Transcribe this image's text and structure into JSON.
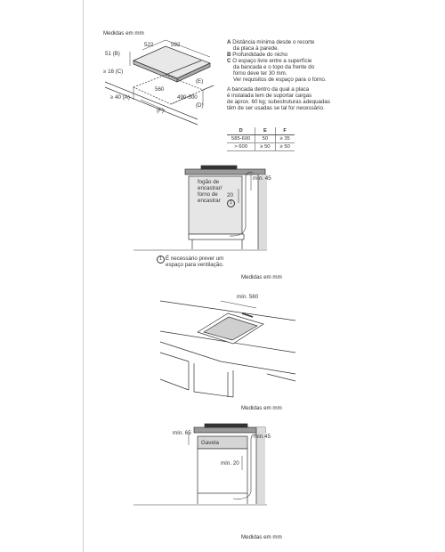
{
  "header": {
    "units_top": "Medidas em mm"
  },
  "diagram1": {
    "labels": {
      "w522": "522",
      "w592": "592",
      "h51": "51 (B)",
      "h16": "≥ 16 (C)",
      "h40": "≥ 40 (A)",
      "e": "(E)",
      "w560": "560",
      "w490": "490-500",
      "d": "(D)",
      "f": "(F)"
    }
  },
  "notes": {
    "a_key": "A",
    "a_text": "Distância mínima desde o recorte",
    "a_text2": "da placa à parede.",
    "b_key": "B",
    "b_text": "Profundidade do nicho",
    "c_key": "C",
    "c_text": "O espaço livre entre a superfície",
    "c_text2": "da bancada e o topo da frente do",
    "c_text3": "forno deve ter 30 mm.",
    "c_text4": "Ver requisitos de espaço para o forno.",
    "p1": "A bancada dentro da qual a placa",
    "p2": "é instalada tem de suportar cargas",
    "p3": "de aprox. 60 kg; subestruturas adequadas",
    "p4": "têm de ser usadas se tal for necessário."
  },
  "table": {
    "headers": [
      "D",
      "E",
      "F"
    ],
    "rows": [
      [
        "585-600",
        "50",
        "≥ 35"
      ],
      [
        "> 600",
        "≥ 50",
        "≥ 50"
      ]
    ]
  },
  "diagram2": {
    "oven_label1": "fogão de",
    "oven_label2": "encastrar/",
    "oven_label3": "forno de",
    "oven_label4": "encastrar",
    "min45": "mín. 45",
    "n20": "20",
    "marker": "1",
    "note_marker": "1",
    "note1": "É necessário prever um",
    "note2": "espaço para ventilação.",
    "units": "Medidas em mm"
  },
  "diagram3": {
    "min560": "mín. 560",
    "units": "Medidas em mm"
  },
  "diagram4": {
    "min65": "mín. 65",
    "min45": "mín.45",
    "drawer": "Gaveta",
    "min20": "mín. 20",
    "units": "Medidas em mm"
  }
}
